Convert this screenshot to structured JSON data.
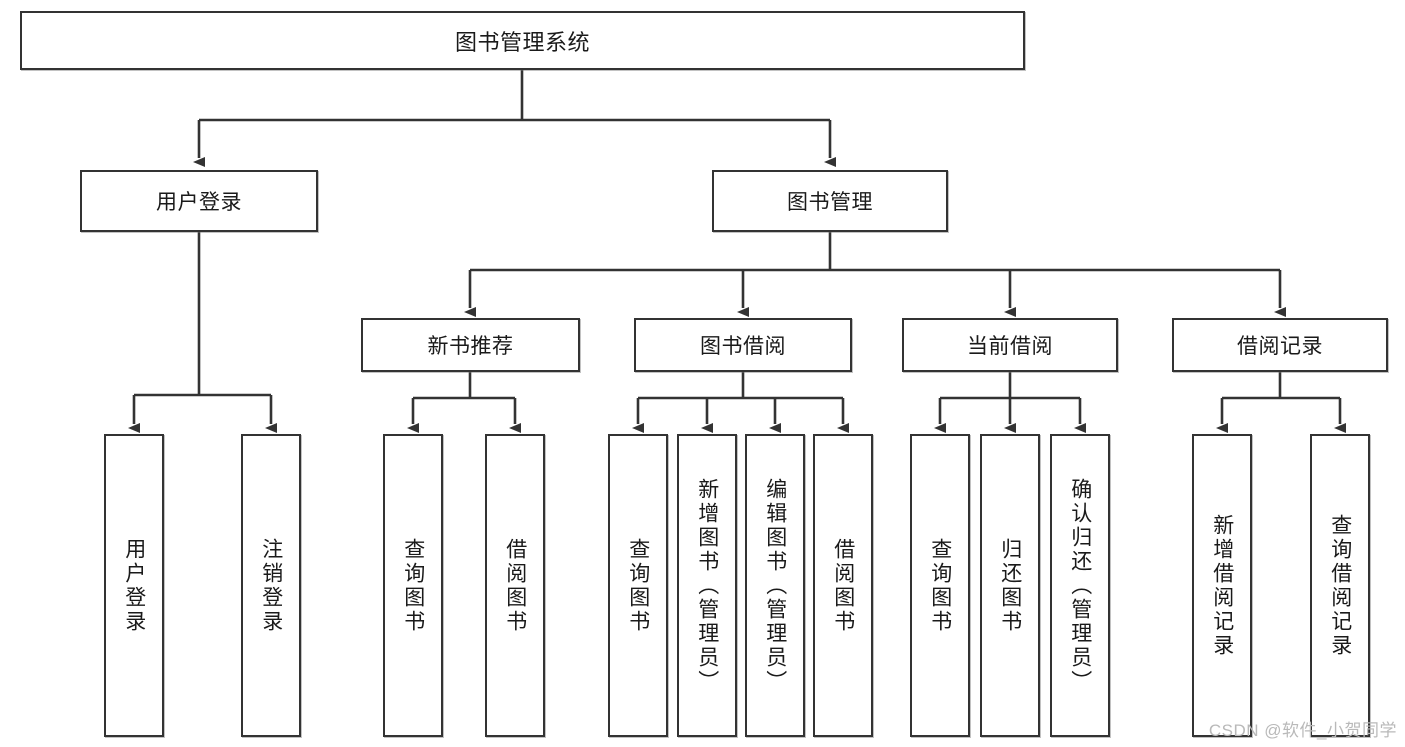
{
  "diagram": {
    "title": "图书管理系统",
    "type": "tree-hierarchy-chart",
    "colors": {
      "box_border": "#333333",
      "box_fill": "#ffffff",
      "connector": "#333333",
      "text": "#1a1a1a",
      "watermark": "#b9b9b9",
      "background": "#ffffff"
    },
    "root": {
      "label": "图书管理系统"
    },
    "level2": [
      {
        "label": "用户登录"
      },
      {
        "label": "图书管理"
      }
    ],
    "level3": [
      {
        "label": "新书推荐"
      },
      {
        "label": "图书借阅"
      },
      {
        "label": "当前借阅"
      },
      {
        "label": "借阅记录"
      }
    ],
    "leaves": {
      "user_login": [
        {
          "label": "用户登录"
        },
        {
          "label": "注销登录"
        }
      ],
      "new_book_recommend": [
        {
          "label": "查询图书"
        },
        {
          "label": "借阅图书"
        }
      ],
      "book_borrow": [
        {
          "label": "查询图书"
        },
        {
          "label": "新增图书（管理员）"
        },
        {
          "label": "编辑图书（管理员）"
        },
        {
          "label": "借阅图书"
        }
      ],
      "current_borrow": [
        {
          "label": "查询图书"
        },
        {
          "label": "归还图书"
        },
        {
          "label": "确认归还（管理员）"
        }
      ],
      "borrow_record": [
        {
          "label": "新增借阅记录"
        },
        {
          "label": "查询借阅记录"
        }
      ]
    }
  },
  "watermark": {
    "text": "CSDN @软件_小贺同学"
  }
}
